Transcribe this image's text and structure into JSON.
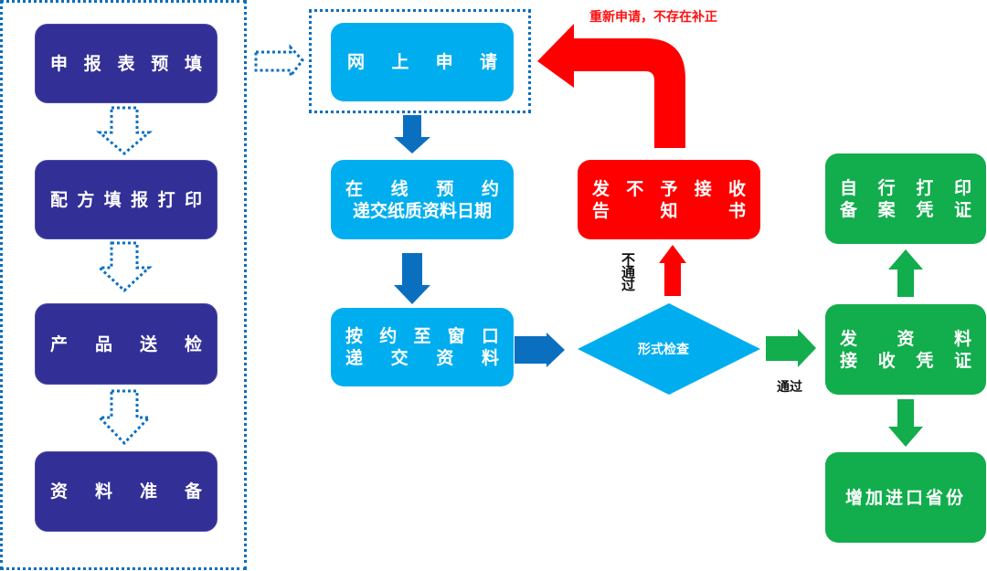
{
  "colors": {
    "navy": "#322f96",
    "cyan": "#00aeef",
    "dark_blue_arrow": "#0b6fc0",
    "red": "#ff0000",
    "green": "#12ad4c"
  },
  "preparation": {
    "steps": [
      {
        "chars": [
          "申",
          "报",
          "表",
          "预",
          "填"
        ]
      },
      {
        "chars": [
          "配",
          "方",
          "填",
          "报",
          "打",
          "印"
        ]
      },
      {
        "chars": [
          "产",
          "品",
          "送",
          "检"
        ]
      },
      {
        "chars": [
          "资",
          "料",
          "准",
          "备"
        ]
      }
    ]
  },
  "main_flow": {
    "online_apply": {
      "chars": [
        "网",
        "上",
        "申",
        "请"
      ]
    },
    "book_date": {
      "line1": [
        "在",
        "线",
        "预",
        "约"
      ],
      "line2": "递交纸质资料日期"
    },
    "submit_window": {
      "line1": [
        "按",
        "约",
        "至",
        "窗",
        "口"
      ],
      "line2": [
        "递",
        "交",
        "资",
        "料"
      ]
    },
    "check": "形式检查"
  },
  "reject": {
    "box": {
      "line1": [
        "发",
        "不",
        "予",
        "接",
        "收"
      ],
      "line2": [
        "告",
        "",
        "知",
        "",
        "书"
      ]
    },
    "fail_label": "不通过",
    "reapply_label": "重新申请，不存在补正"
  },
  "accept": {
    "pass_label": "通过",
    "receipt": {
      "line1": [
        "发",
        "资",
        "料"
      ],
      "line2": [
        "接",
        "收",
        "凭",
        "证"
      ]
    },
    "print": {
      "line1": [
        "自",
        "行",
        "打",
        "印"
      ],
      "line2": [
        "备",
        "案",
        "凭",
        "证"
      ]
    },
    "add_province": "增加进口省份"
  }
}
